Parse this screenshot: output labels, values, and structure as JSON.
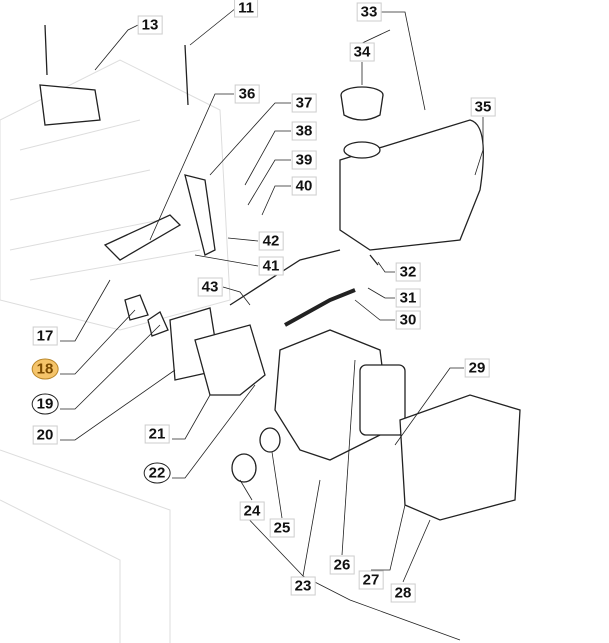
{
  "highlight_color": "#f5c46a",
  "callouts": [
    {
      "id": "11",
      "shape": "box"
    },
    {
      "id": "13",
      "shape": "box"
    },
    {
      "id": "33",
      "shape": "box"
    },
    {
      "id": "34",
      "shape": "box"
    },
    {
      "id": "35",
      "shape": "box"
    },
    {
      "id": "36",
      "shape": "box"
    },
    {
      "id": "37",
      "shape": "box"
    },
    {
      "id": "38",
      "shape": "box"
    },
    {
      "id": "39",
      "shape": "box"
    },
    {
      "id": "40",
      "shape": "box"
    },
    {
      "id": "42",
      "shape": "box"
    },
    {
      "id": "41",
      "shape": "box"
    },
    {
      "id": "32",
      "shape": "box"
    },
    {
      "id": "31",
      "shape": "box"
    },
    {
      "id": "30",
      "shape": "box"
    },
    {
      "id": "43",
      "shape": "box"
    },
    {
      "id": "17",
      "shape": "box"
    },
    {
      "id": "18",
      "shape": "circle",
      "highlighted": true
    },
    {
      "id": "19",
      "shape": "circle"
    },
    {
      "id": "20",
      "shape": "box"
    },
    {
      "id": "21",
      "shape": "box"
    },
    {
      "id": "22",
      "shape": "circle"
    },
    {
      "id": "29",
      "shape": "box"
    },
    {
      "id": "24",
      "shape": "box"
    },
    {
      "id": "25",
      "shape": "box"
    },
    {
      "id": "26",
      "shape": "box"
    },
    {
      "id": "27",
      "shape": "box"
    },
    {
      "id": "28",
      "shape": "box"
    },
    {
      "id": "23",
      "shape": "box"
    }
  ]
}
